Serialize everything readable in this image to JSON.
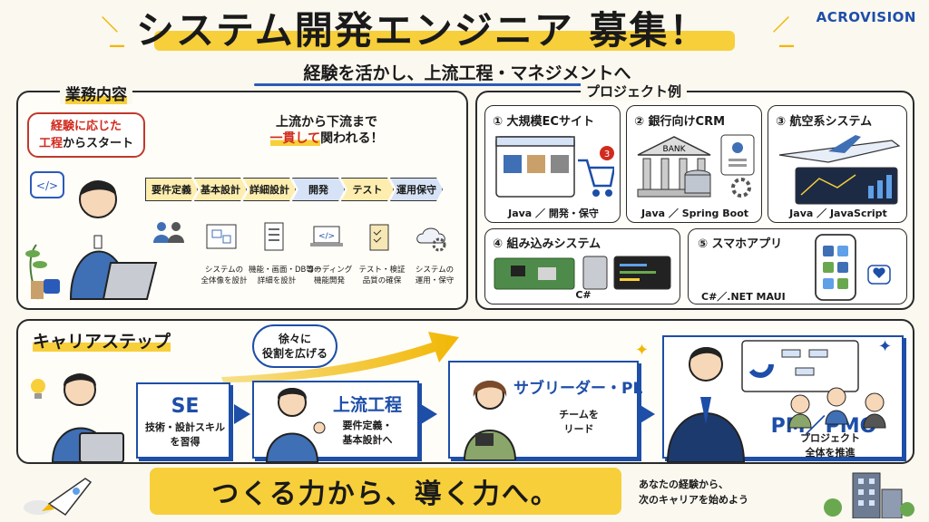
{
  "header": {
    "title": "システム開発エンジニア 募集！",
    "subtitle": "経験を活かし、上流工程・マネジメントへ",
    "brand": "ACROVISION"
  },
  "work": {
    "title": "業務内容",
    "bubble_line1": "経験に応じた",
    "bubble_line2_a": "工程",
    "bubble_line2_b": "からスタート",
    "flow_line1": "上流から下流まで",
    "flow_line2_a": "一貫して",
    "flow_line2_b": "関われる！",
    "stages": [
      "要件定義",
      "基本設計",
      "詳細設計",
      "開発",
      "テスト",
      "運用保守"
    ],
    "icon_texts": [
      [
        "システムの",
        "全体像を設計"
      ],
      [
        "機能・画面・DB等の",
        "詳細を設計"
      ],
      [
        "コーディング",
        "機能開発"
      ],
      [
        "テスト・検証",
        "品質の確保"
      ],
      [
        "システムの",
        "運用・保守"
      ]
    ]
  },
  "projects": {
    "title": "プロジェクト例",
    "items": [
      {
        "title": "① 大規模ECサイト",
        "tech": "Java ／ 開発・保守",
        "badge": "3"
      },
      {
        "title": "② 銀行向けCRM",
        "tech": "Java ／ Spring Boot",
        "sign": "BANK"
      },
      {
        "title": "③ 航空系システム",
        "tech": "Java ／ JavaScript"
      },
      {
        "title": "④ 組み込みシステム",
        "tech": "C#"
      },
      {
        "title": "⑤ スマホアプリ",
        "tech": "C#／.NET MAUI"
      }
    ]
  },
  "career": {
    "title": "キャリアステップ",
    "bubble_line1": "徐々に",
    "bubble_line2": "役割を広げる",
    "steps": [
      {
        "title": "SE",
        "desc1": "技術・設計スキル",
        "desc2": "を習得"
      },
      {
        "title": "上流工程",
        "desc1": "要件定義・",
        "desc2": "基本設計へ"
      },
      {
        "title": "サブリーダー・PL",
        "desc1": "チームを",
        "desc2": "リード"
      },
      {
        "title": "PM／PMO",
        "desc1": "プロジェクト",
        "desc2": "全体を推進"
      }
    ]
  },
  "footer": {
    "banner": "つくる力から、導く力へ。",
    "line1": "あなたの経験から、",
    "line2": "次のキャリアを始めよう"
  },
  "colors": {
    "accent": "#1d4ea8",
    "highlight": "#f7cf3a",
    "red": "#d12b1e"
  }
}
